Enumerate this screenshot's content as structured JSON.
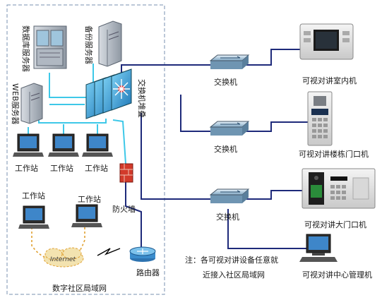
{
  "servers": {
    "database": "数据库服务器",
    "backup": "备份服务器",
    "web": "WEB服务器"
  },
  "core": {
    "stack": "交换机堆叠",
    "firewall": "防火墙",
    "router": "路由器",
    "internet": "Internet"
  },
  "workstations": {
    "row1": [
      "工作站",
      "工作站",
      "工作站"
    ],
    "lower_left": "工作站",
    "lower_right": "工作站"
  },
  "lan_label": "数字社区局域网",
  "switches": [
    "交换机",
    "交换机",
    "交换机"
  ],
  "devices": {
    "indoor": "可视对讲室内机",
    "building_door": "可视对讲楼栋门口机",
    "main_gate": "可视对讲大门口机",
    "center": "可视对讲中心管理机"
  },
  "note_lines": [
    "注：各可视对讲设备任意就",
    "近接入社区局域网"
  ],
  "colors": {
    "navy_line": "#1e2a7a",
    "cyan_line": "#3ec8e8",
    "border_dash": "#7a90b0",
    "orange_dash": "#e0a030"
  }
}
